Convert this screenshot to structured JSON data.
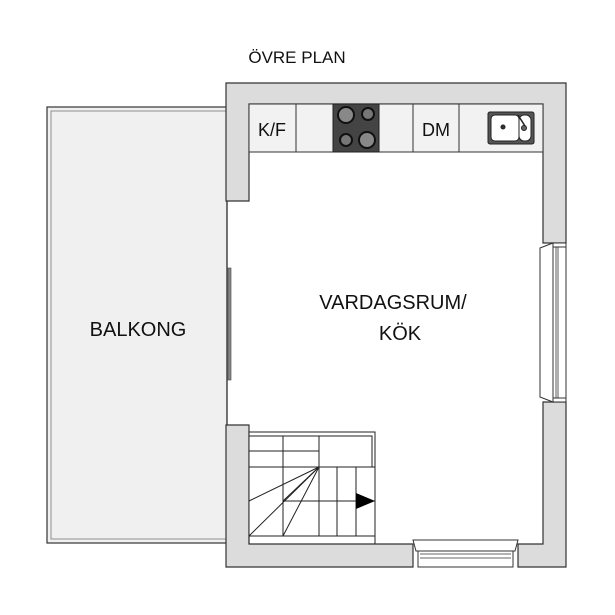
{
  "title": "ÖVRE PLAN",
  "rooms": {
    "balcony": "BALKONG",
    "living_line1": "VARDAGSRUM/",
    "living_line2": "KÖK"
  },
  "counter": {
    "fridge": "K/F",
    "dishwasher": "DM"
  },
  "colors": {
    "wall": "#dcdcdc",
    "balcony": "#f0f0f0",
    "counter": "#f2f2f2",
    "stove": "#444444",
    "line": "#222222"
  }
}
